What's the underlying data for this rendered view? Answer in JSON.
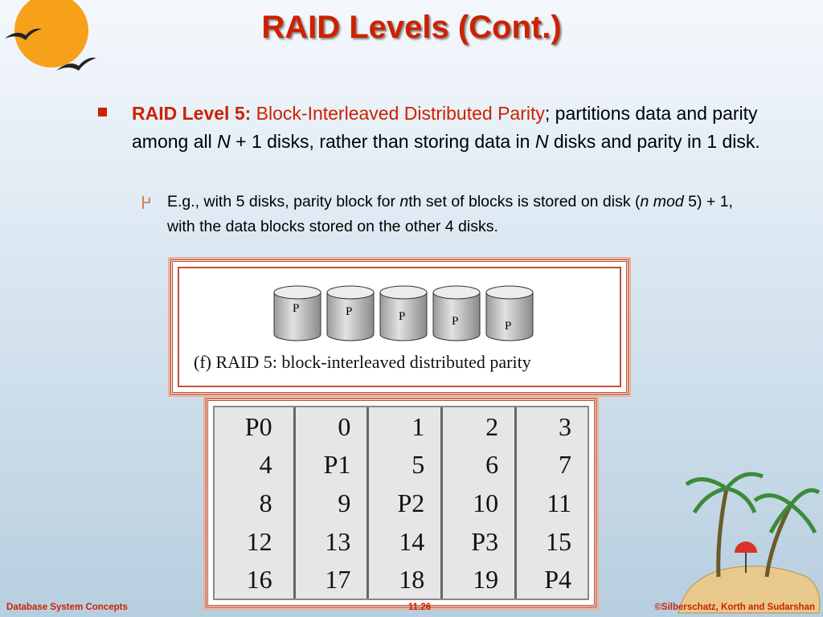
{
  "title": "RAID Levels (Cont.)",
  "bullet": {
    "label": "RAID Level 5",
    "colon": ":",
    "highlight": "Block-Interleaved Distributed Parity",
    "text_a": "; partitions data and parity among all ",
    "n1": "N",
    "text_b": " + 1 disks, rather than storing data in ",
    "n2": "N",
    "text_c": " disks and parity in 1 disk."
  },
  "sub_bullet": {
    "text_a": "E.g., with 5 disks, parity block for ",
    "n": "n",
    "text_b": "th set of blocks is stored on disk (",
    "nmod": "n mod",
    "text_c": " 5) + 1, with the data blocks stored on the other 4 disks."
  },
  "figure": {
    "caption": "(f) RAID 5: block-interleaved distributed parity",
    "disk_labels": [
      "P",
      "P",
      "P",
      "P",
      "P"
    ]
  },
  "parity_table": {
    "rows": [
      [
        "P0",
        "0",
        "1",
        "2",
        "3"
      ],
      [
        "4",
        "P1",
        "5",
        "6",
        "7"
      ],
      [
        "8",
        "9",
        "P2",
        "10",
        "11"
      ],
      [
        "12",
        "13",
        "14",
        "P3",
        "15"
      ],
      [
        "16",
        "17",
        "18",
        "19",
        "P4"
      ]
    ]
  },
  "footer": {
    "left": "Database System Concepts",
    "center": "11.26",
    "right": "©Silberschatz, Korth and Sudarshan"
  },
  "colors": {
    "accent": "#cc2200",
    "sun": "#f7a11a"
  }
}
